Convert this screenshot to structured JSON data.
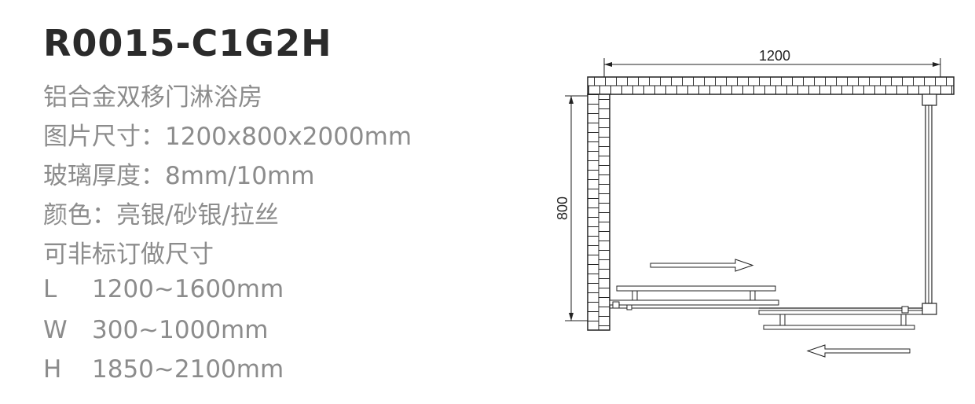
{
  "product": {
    "code": "R0015-C1G2H",
    "specs": [
      "铝合金双移门淋浴房",
      "图片尺寸：1200x800x2000mm",
      "玻璃厚度：8mm/10mm",
      "颜色：亮银/砂银/拉丝",
      "可非标订做尺寸"
    ],
    "dimensions": [
      {
        "key": "L",
        "value": "1200~1600mm"
      },
      {
        "key": "W",
        "value": "300~1000mm"
      },
      {
        "key": "H",
        "value": "1850~2100mm"
      }
    ]
  },
  "drawing": {
    "width_label": "1200",
    "height_label": "800"
  }
}
